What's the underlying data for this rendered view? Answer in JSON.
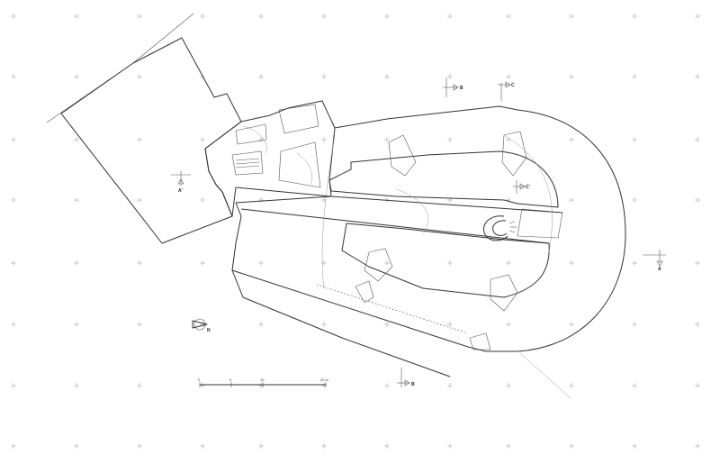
{
  "drawing": {
    "type": "architectural floor plan",
    "line_color": "#333333",
    "background": "#ffffff"
  },
  "section_markers": [
    {
      "id": "section-a",
      "label": "A"
    },
    {
      "id": "section-a-prime",
      "label": "A'"
    },
    {
      "id": "section-b-top",
      "label": "B"
    },
    {
      "id": "section-b-bottom",
      "label": "B"
    },
    {
      "id": "section-c-top",
      "label": "C"
    },
    {
      "id": "section-c-mid",
      "label": "C'"
    }
  ],
  "scale_bar": {
    "ticks": [
      "0",
      "5",
      "10",
      "20 m"
    ]
  },
  "north_arrow": {
    "label": "N",
    "icon": "north-arrow-icon"
  }
}
